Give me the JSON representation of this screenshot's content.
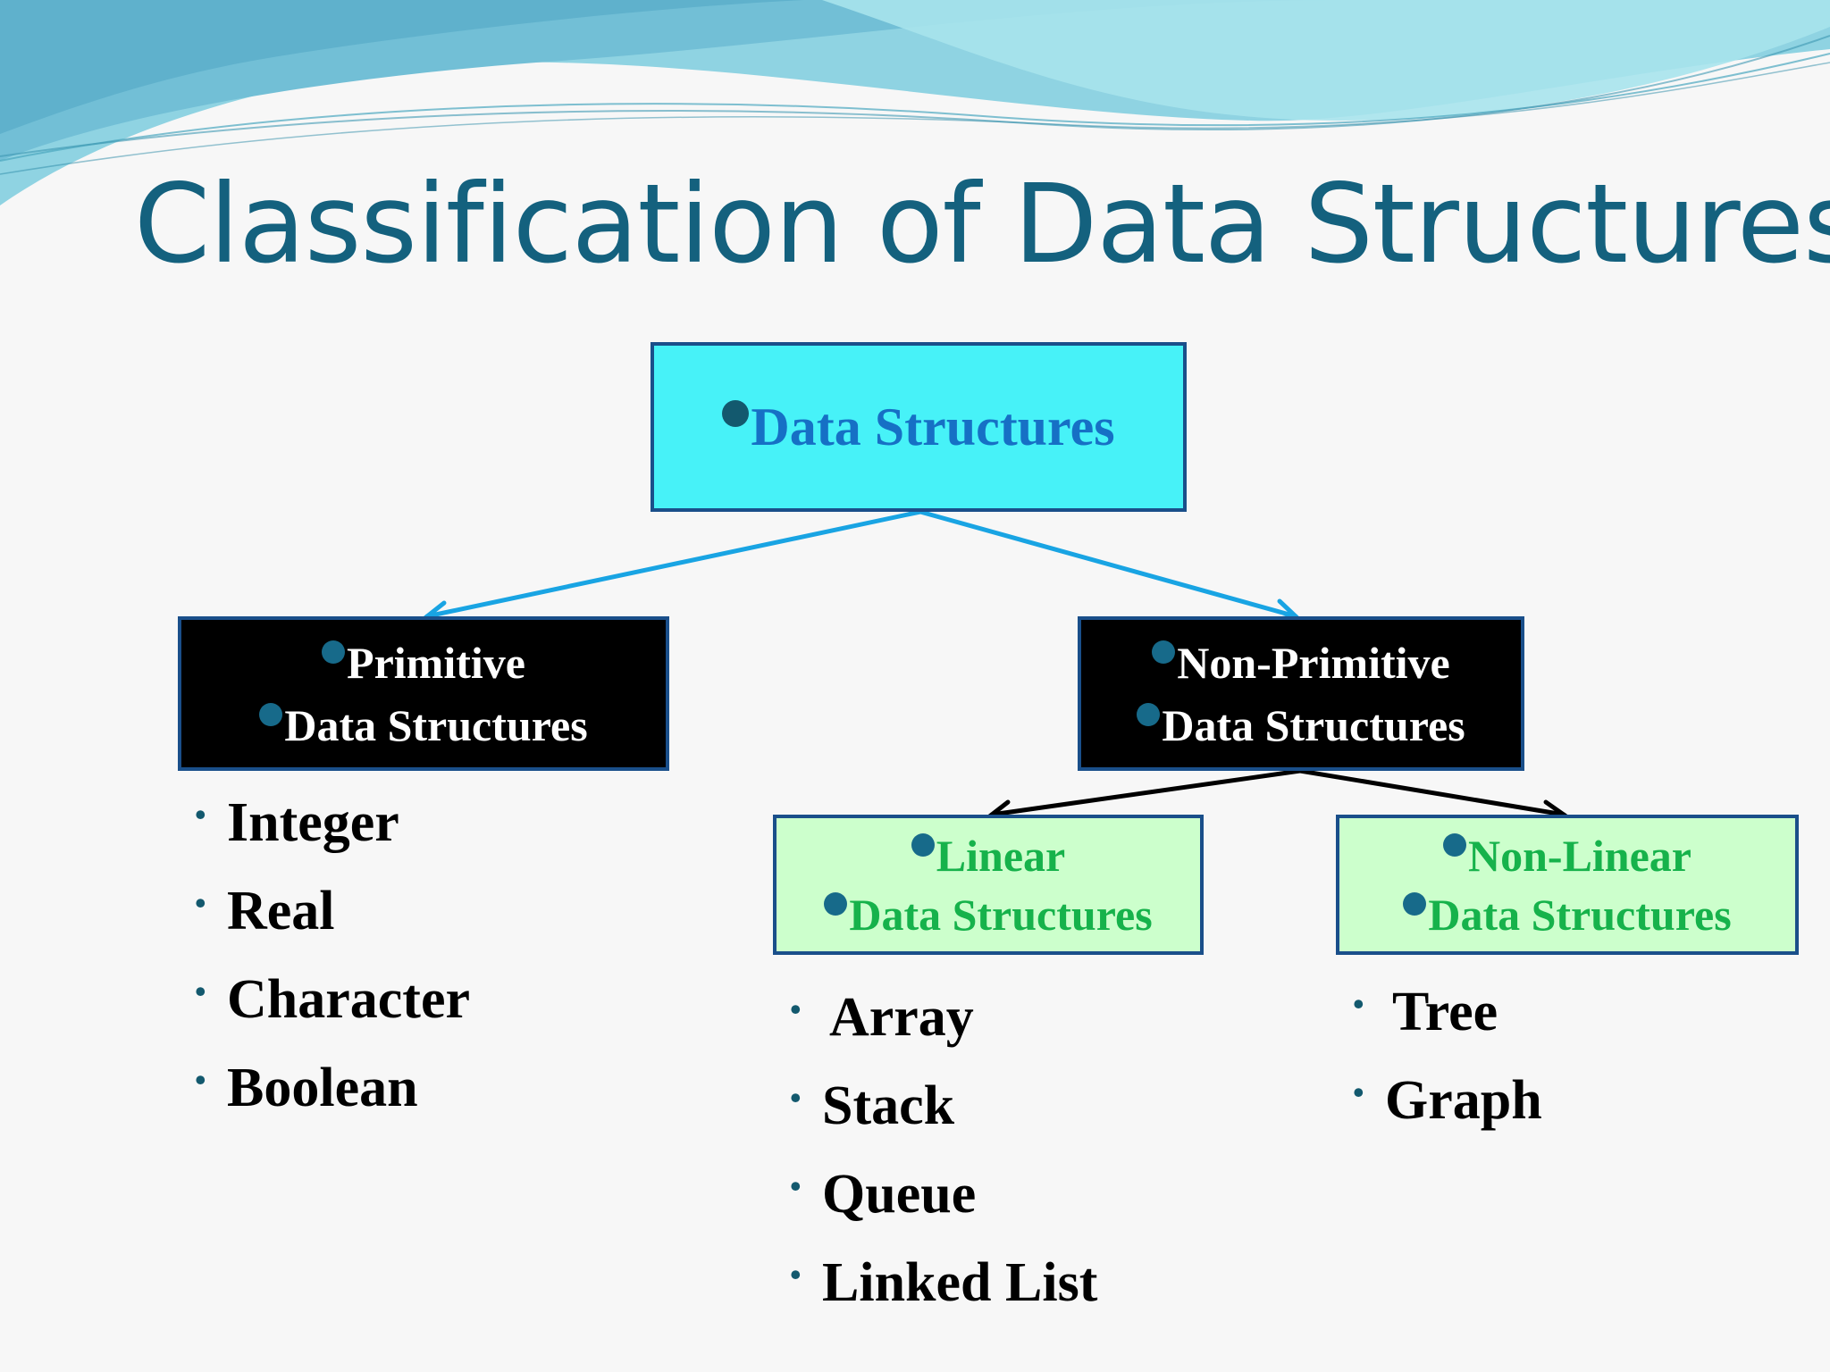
{
  "title": "Classification of Data Structures",
  "colors": {
    "title": "#14617e",
    "root_fill": "#47f2f8",
    "root_text": "#1670c5",
    "category_fill": "#000000",
    "category_text": "#ffffff",
    "sub_fill": "#ccffcc",
    "sub_text": "#16b24b",
    "box_border": "#1a4f8a",
    "arrow_blue": "#19a4e3",
    "arrow_black": "#000000",
    "bullet": "#13596e"
  },
  "root": {
    "label": "Data Structures"
  },
  "primitive": {
    "line1": "Primitive",
    "line2": "Data Structures",
    "items": [
      "Integer",
      "Real",
      "Character",
      "Boolean"
    ]
  },
  "non_primitive": {
    "line1": "Non-Primitive",
    "line2": "Data Structures"
  },
  "linear": {
    "line1": "Linear",
    "line2": "Data Structures",
    "items": [
      "Array",
      "Stack",
      "Queue",
      "Linked List"
    ]
  },
  "non_linear": {
    "line1": "Non-Linear",
    "line2": "Data Structures",
    "items": [
      "Tree",
      "Graph"
    ]
  }
}
